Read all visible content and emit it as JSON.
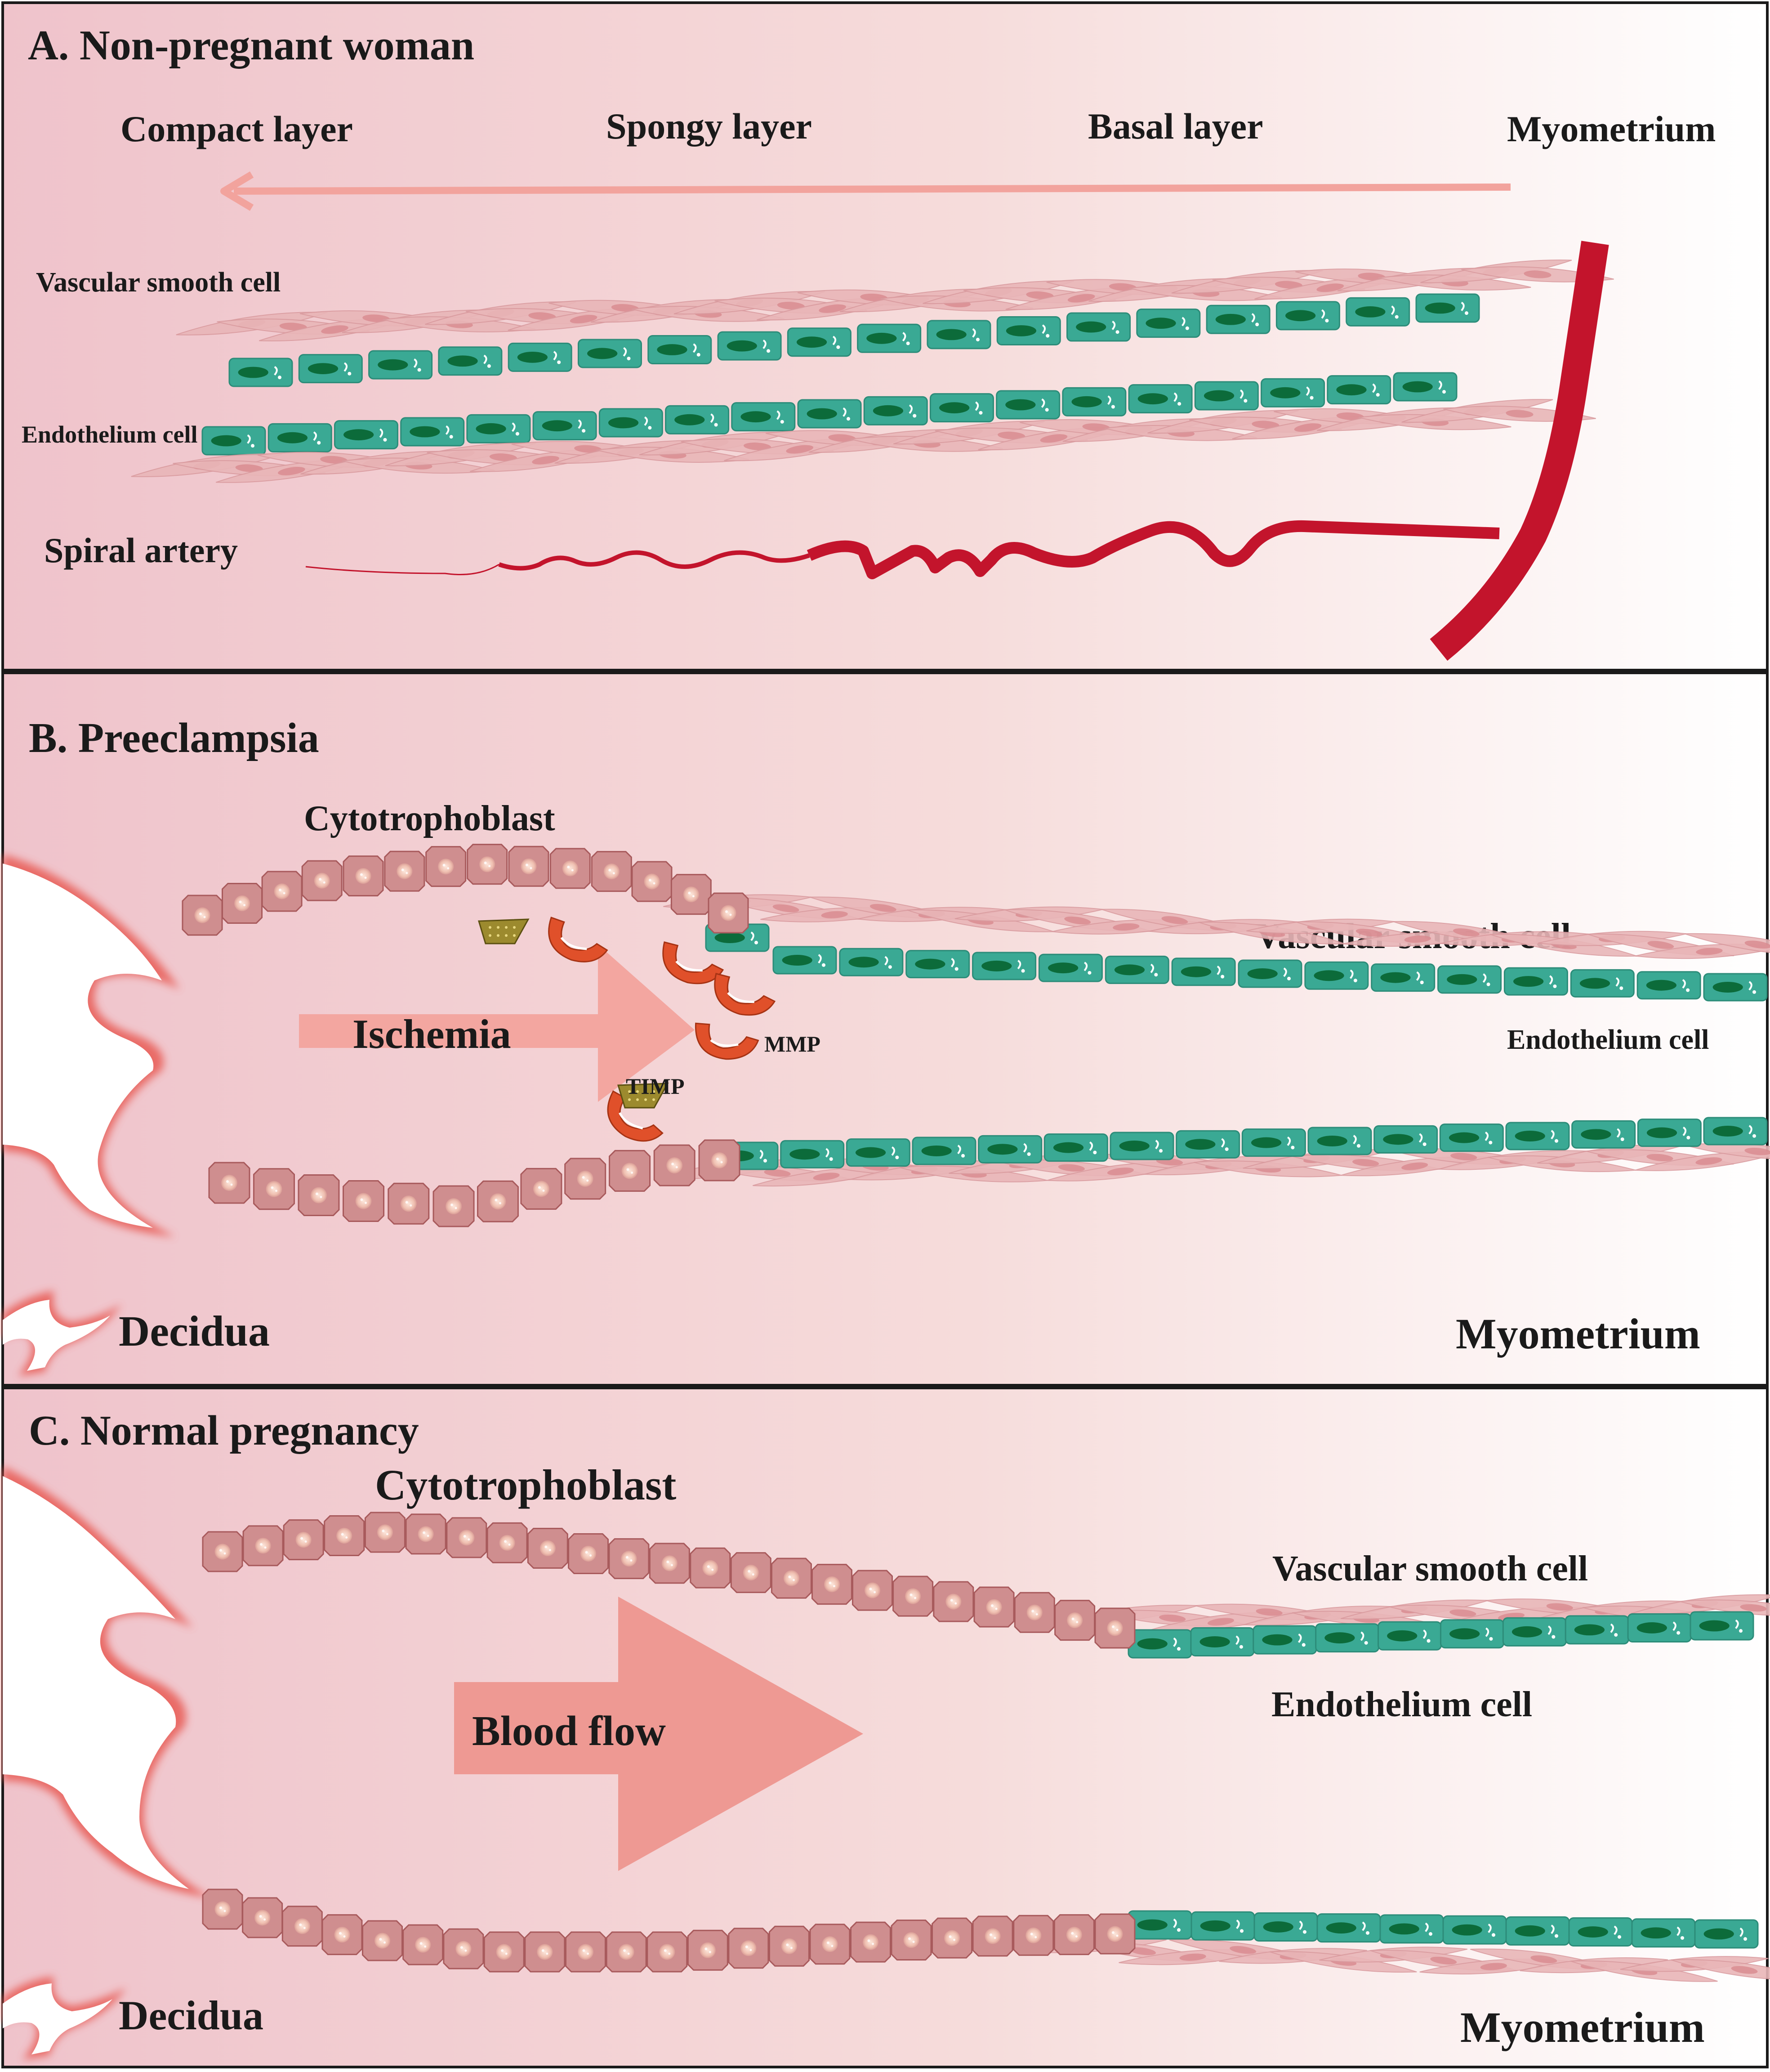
{
  "panel_a": {
    "title": "A. Non-pregnant woman",
    "layers": {
      "compact": "Compact layer",
      "spongy": "Spongy layer",
      "basal": "Basal layer",
      "myometrium": "Myometrium"
    },
    "vascular_smooth_cell": "Vascular smooth cell",
    "endothelium_cell": "Endothelium cell",
    "spiral_artery": "Spiral artery"
  },
  "panel_b": {
    "title": "B. Preeclampsia",
    "cytotrophoblast": "Cytotrophoblast",
    "vascular_smooth_cell": "Vascular smooth cell",
    "endothelium_cell": "Endothelium cell",
    "ischemia": "Ischemia",
    "mmp": "MMP",
    "timp": "TIMP",
    "decidua": "Decidua",
    "myometrium": "Myometrium"
  },
  "panel_c": {
    "title": "C. Normal pregnancy",
    "cytotrophoblast": "Cytotrophoblast",
    "vascular_smooth_cell": "Vascular smooth cell",
    "endothelium_cell": "Endothelium cell",
    "blood_flow": "Blood flow",
    "decidua": "Decidua",
    "myometrium": "Myometrium"
  },
  "colors": {
    "panel_gradient_left": "#f0c8cf",
    "panel_gradient_right": "#ffffff",
    "artery_red": "#c3142c",
    "endothelium_teal": "#3aa994",
    "endothelium_nucleus": "#0c6b3a",
    "smooth_muscle_pink": "#e9b6b8",
    "trophoblast_fill": "#cf8e8f",
    "trophoblast_edge": "#a85a5c",
    "arrow_salmon": "#ee9993",
    "mmp_orange": "#e0502a",
    "timp_olive": "#9c8a2e",
    "decidua_glow": "#e8544f"
  }
}
